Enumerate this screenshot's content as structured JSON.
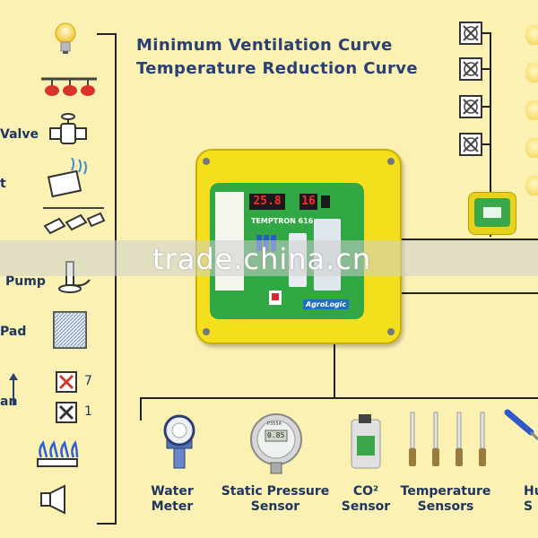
{
  "header": {
    "line1": "Minimum Ventilation Curve",
    "line2": "Temperature Reduction Curve"
  },
  "left_labels": {
    "valve": "Valve",
    "heat": "t",
    "pump": "Pump",
    "pad": "Pad",
    "fan": "an",
    "fan_count_top": "7",
    "fan_count_bottom": "1"
  },
  "controller": {
    "display_main": "25.8",
    "display_secondary": "16",
    "model": "TEMPTRON 616",
    "brand": "AgroLogic"
  },
  "sensors": {
    "water_meter": "Water\nMeter",
    "static_pressure": "Static Pressure\nSensor",
    "co2": "CO²\nSensor",
    "temperature": "Temperature\nSensors",
    "humidity": "Hu\nS",
    "pressure_model": "P355A",
    "pressure_reading": "0.85"
  },
  "watermark": {
    "text": "trade.china.cn"
  },
  "colors": {
    "background": "#fbf1b3",
    "header_text": "#2a3f73",
    "controller_body": "#f3df1c",
    "controller_panel": "#32a845",
    "display_red": "#ff2a2a"
  }
}
